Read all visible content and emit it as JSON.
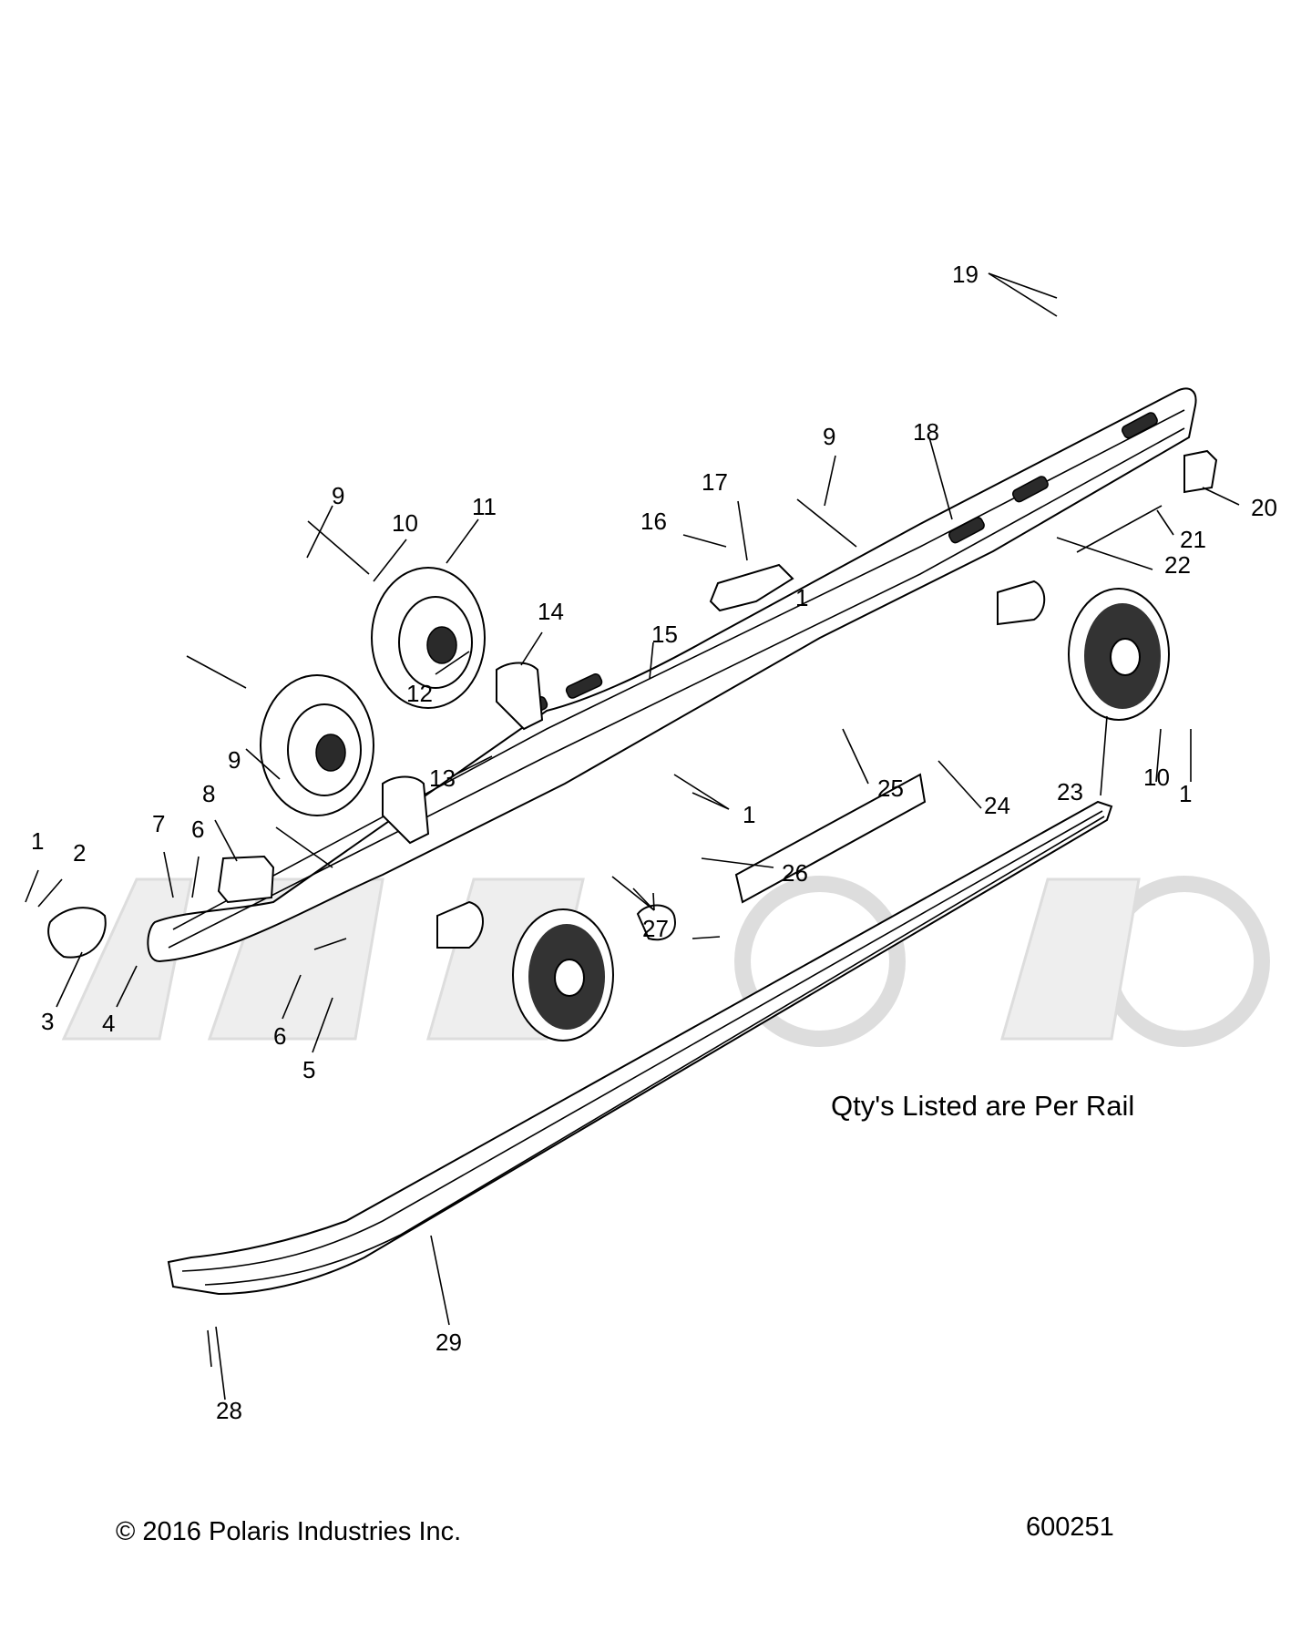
{
  "note": "Qty's Listed are Per Rail",
  "copyright": "© 2016 Polaris Industries Inc.",
  "figure_number": "600251",
  "callouts": {
    "c1a": "1",
    "c1b": "1",
    "c1c": "1",
    "c1d": "1",
    "c2": "2",
    "c3": "3",
    "c4": "4",
    "c5": "5",
    "c6a": "6",
    "c6b": "6",
    "c7": "7",
    "c8": "8",
    "c9a": "9",
    "c9b": "9",
    "c9c": "9",
    "c10a": "10",
    "c10b": "10",
    "c11": "11",
    "c12": "12",
    "c13": "13",
    "c14": "14",
    "c15": "15",
    "c16": "16",
    "c17": "17",
    "c18": "18",
    "c19": "19",
    "c20": "20",
    "c21": "21",
    "c22": "22",
    "c23": "23",
    "c24": "24",
    "c25": "25",
    "c26": "26",
    "c27": "27",
    "c28": "28",
    "c29": "29"
  }
}
